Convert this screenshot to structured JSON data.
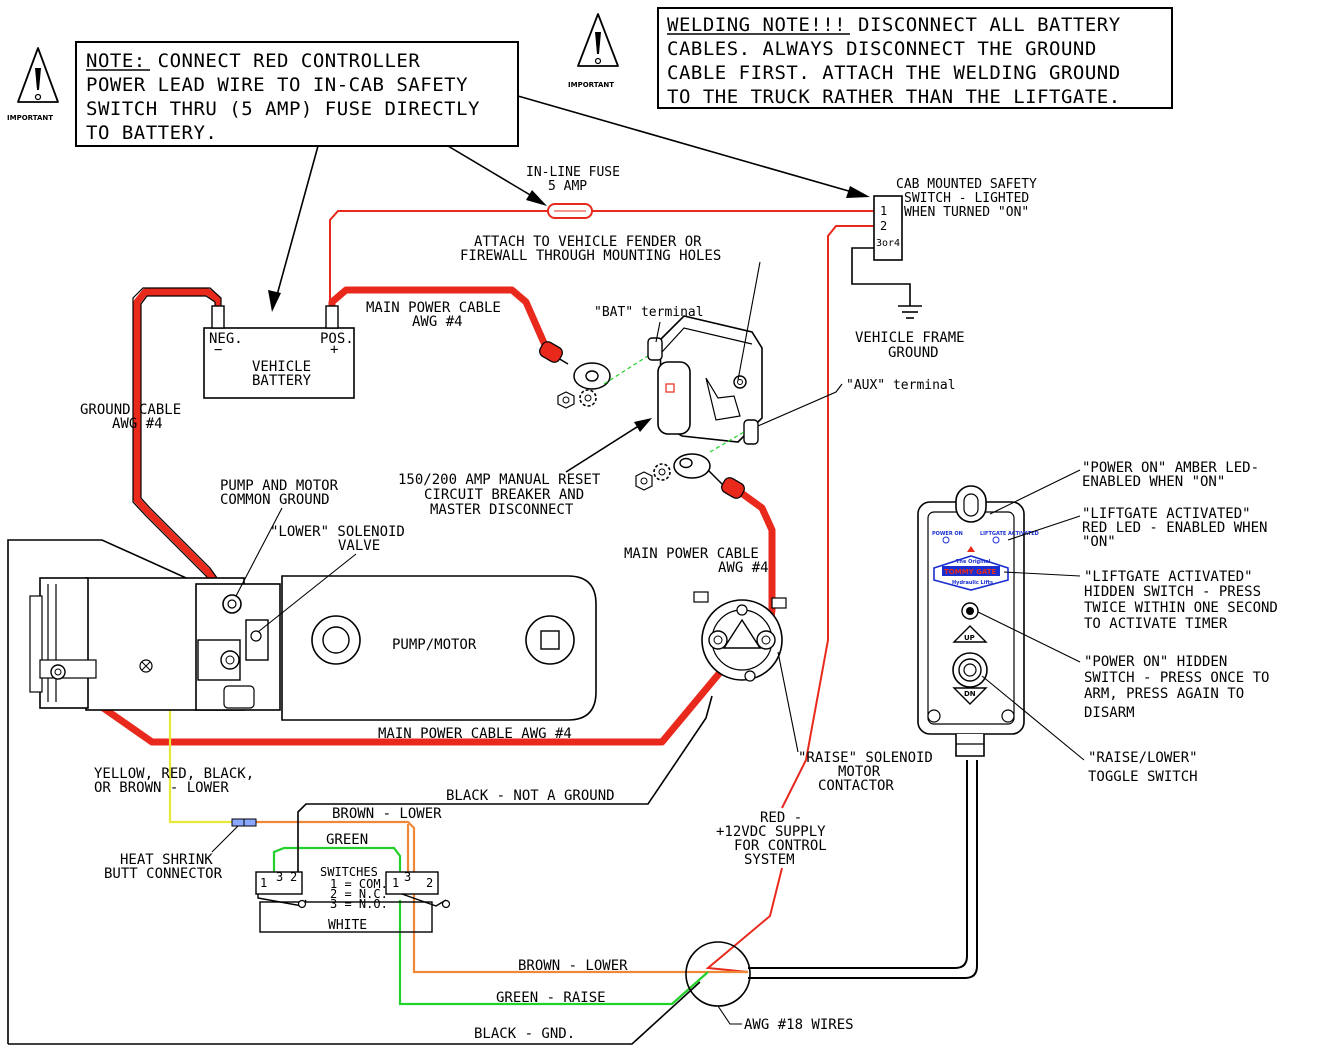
{
  "important_label": "IMPORTANT",
  "note_box": {
    "lines": [
      "NOTE: CONNECT RED CONTROLLER",
      "POWER LEAD WIRE TO IN-CAB SAFETY",
      "SWITCH THRU (5 AMP) FUSE DIRECTLY",
      "TO BATTERY."
    ]
  },
  "welding_box": {
    "lines": [
      "WELDING NOTE!!! DISCONNECT ALL BATTERY",
      "CABLES. ALWAYS DISCONNECT THE GROUND",
      "CABLE FIRST. ATTACH THE WELDING GROUND",
      "TO THE TRUCK RATHER THAN THE LIFTGATE."
    ]
  },
  "labels": {
    "inline_fuse_1": "IN-LINE FUSE",
    "inline_fuse_2": "5 AMP",
    "cab_switch_1": "CAB MOUNTED SAFETY",
    "cab_switch_2": "SWITCH - LIGHTED",
    "cab_switch_3": "WHEN TURNED \"ON\"",
    "sw_pin1": "1",
    "sw_pin2": "2",
    "sw_pin3": "3or4",
    "frame_ground_1": "VEHICLE FRAME",
    "frame_ground_2": "GROUND",
    "attach_1": "ATTACH TO VEHICLE FENDER OR",
    "attach_2": "FIREWALL THROUGH MOUNTING HOLES",
    "bat_terminal": "\"BAT\" terminal",
    "aux_terminal": "\"AUX\" terminal",
    "neg": "NEG.",
    "pos": "POS.",
    "neg_sym": "−",
    "pos_sym": "+",
    "battery_1": "VEHICLE",
    "battery_2": "BATTERY",
    "main_cable_top_1": "MAIN POWER CABLE",
    "main_cable_top_2": "AWG #4",
    "ground_cable_1": "GROUND CABLE",
    "ground_cable_2": "AWG #4",
    "breaker_1": "150/200 AMP MANUAL RESET",
    "breaker_2": "CIRCUIT BREAKER AND",
    "breaker_3": "MASTER DISCONNECT",
    "pump_ground_1": "PUMP AND MOTOR",
    "pump_ground_2": "COMMON GROUND",
    "lower_sol_1": "\"LOWER\" SOLENOID",
    "lower_sol_2": "VALVE",
    "main_cable_mid_1": "MAIN POWER CABLE",
    "main_cable_mid_2": "AWG #4",
    "pump_motor": "PUMP/MOTOR",
    "main_cable_bottom": "MAIN POWER CABLE AWG #4",
    "raise_sol_1": "\"RAISE\" SOLENOID",
    "raise_sol_2": "MOTOR",
    "raise_sol_3": "CONTACTOR",
    "yellow_1": "YELLOW, RED, BLACK,",
    "yellow_2": "OR BROWN - LOWER",
    "black_not_ground": "BLACK - NOT A GROUND",
    "brown_lower_top": "BROWN - LOWER",
    "green_top": "GREEN",
    "heat_shrink_1": "HEAT SHRINK",
    "heat_shrink_2": "BUTT CONNECTOR",
    "switches_1": "SWITCHES",
    "switches_2": "1 = COM.",
    "switches_3": "2 = N.C.",
    "switches_4": "3 = N.O.",
    "white": "WHITE",
    "pin_1": "1",
    "pin_2": "2",
    "pin_3": "3",
    "red_supply_1": "RED -",
    "red_supply_2": "+12VDC SUPPLY",
    "red_supply_3": "FOR CONTROL",
    "red_supply_4": "SYSTEM",
    "brown_lower_bottom": "BROWN - LOWER",
    "green_raise": "GREEN - RAISE",
    "black_gnd": "BLACK - GND.",
    "awg18": "AWG #18 WIRES",
    "power_on_led_1": "\"POWER ON\" AMBER LED-",
    "power_on_led_2": "ENABLED WHEN \"ON\"",
    "liftgate_led_1": "\"LIFTGATE ACTIVATED\"",
    "liftgate_led_2": "RED LED - ENABLED WHEN",
    "liftgate_led_3": "\"ON\"",
    "hidden_sw_1": "\"LIFTGATE ACTIVATED\"",
    "hidden_sw_2": "HIDDEN SWITCH - PRESS",
    "hidden_sw_3": "TWICE WITHIN ONE SECOND",
    "hidden_sw_4": "TO ACTIVATE TIMER",
    "power_hidden_1": "\"POWER ON\" HIDDEN",
    "power_hidden_2": "SWITCH - PRESS ONCE TO",
    "power_hidden_3": "ARM, PRESS AGAIN TO",
    "power_hidden_4": "DISARM",
    "toggle_1": "\"RAISE/LOWER\"",
    "toggle_2": "TOGGLE SWITCH",
    "ctrl_power": "POWER ON",
    "ctrl_liftgate": "LIFTGATE ACTIVATED",
    "ctrl_brand_1": "The Original",
    "ctrl_brand_2": "TOMMY GATE",
    "ctrl_brand_3": "Hydraulic Lifts",
    "ctrl_up": "UP",
    "ctrl_dn": "DN"
  },
  "colors": {
    "red_wire": "#e8291c",
    "green_wire": "#22d12a",
    "orange_wire": "#f0883a",
    "yellow_wire": "#e8e83a",
    "blue_logo": "#1a2fd0"
  }
}
